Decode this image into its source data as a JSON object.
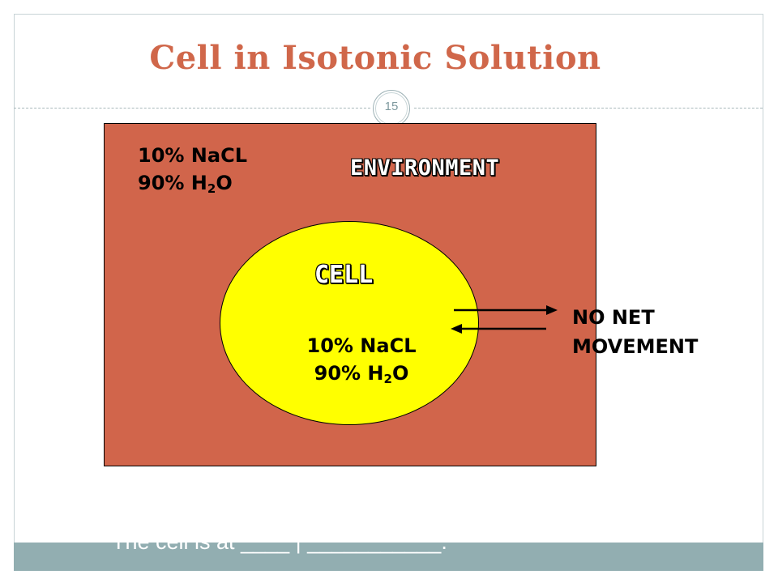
{
  "slide": {
    "title": "Cell in Isotonic Solution",
    "page_number": "15",
    "footer_text": "The cell is at ____ | ___________."
  },
  "diagram": {
    "environment": {
      "label": "ENVIRONMENT",
      "nacl": "10% NaCL",
      "water_prefix": "90% H",
      "water_sub": "2",
      "water_suffix": "O",
      "fill_color": "#d1654b"
    },
    "cell": {
      "label": "CELL",
      "nacl": "10% NaCL",
      "water_prefix": "90% H",
      "water_sub": "2",
      "water_suffix": "O",
      "fill_color": "#ffff00"
    },
    "movement": {
      "line1": "NO NET",
      "line2": "MOVEMENT"
    }
  },
  "colors": {
    "title": "#d0674a",
    "footer_band": "#92aeb1"
  }
}
